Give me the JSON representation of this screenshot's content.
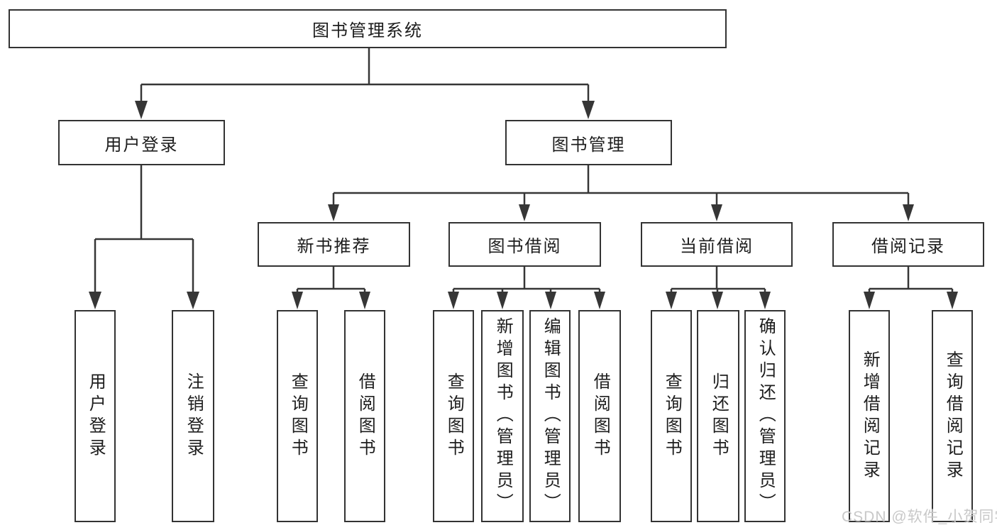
{
  "colors": {
    "background": "#ffffff",
    "line": "#363636",
    "box_border": "#333333",
    "text": "#1d1d1d",
    "watermark": "#c8c8c8"
  },
  "diagram": {
    "type": "hierarchy-tree",
    "root": {
      "label": "图书管理系统"
    },
    "branches": [
      {
        "label": "用户登录",
        "children": [
          {
            "label": "用户登录"
          },
          {
            "label": "注销登录"
          }
        ]
      },
      {
        "label": "图书管理",
        "children": [
          {
            "label": "新书推荐",
            "children": [
              {
                "label": "查询图书"
              },
              {
                "label": "借阅图书"
              }
            ]
          },
          {
            "label": "图书借阅",
            "children": [
              {
                "label": "查询图书"
              },
              {
                "label": "新增图书（管理员）"
              },
              {
                "label": "编辑图书（管理员）"
              },
              {
                "label": "借阅图书"
              }
            ]
          },
          {
            "label": "当前借阅",
            "children": [
              {
                "label": "查询图书"
              },
              {
                "label": "归还图书"
              },
              {
                "label": "确认归还（管理员）"
              }
            ]
          },
          {
            "label": "借阅记录",
            "children": [
              {
                "label": "新增借阅记录"
              },
              {
                "label": "查询借阅记录"
              }
            ]
          }
        ]
      }
    ]
  },
  "watermark": {
    "text": "CSDN @软件_小贺同学"
  }
}
